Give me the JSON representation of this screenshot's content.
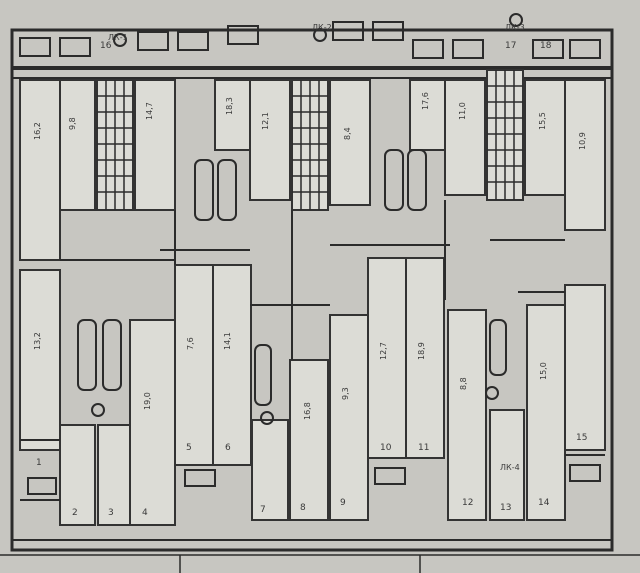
{
  "plan": {
    "title": "",
    "colors": {
      "paper": "#c7c6c1",
      "room": "#dcdcd6",
      "ink": "#2b2b2b"
    }
  },
  "stair_labels": [
    "ЛК-1",
    "ЛК-2",
    "ЛК-3",
    "ЛК-4"
  ],
  "room_area_labels": [
    "16,2",
    "9,8",
    "14,7",
    "18,3",
    "12,1",
    "8,4",
    "17,6",
    "11,0",
    "15,5",
    "10,9",
    "13,2",
    "19,0",
    "7,6",
    "14,1",
    "16,8",
    "9,3",
    "12,7",
    "18,9",
    "8,8",
    "15,0"
  ],
  "room_number_labels": [
    "1",
    "2",
    "3",
    "4",
    "5",
    "6",
    "7",
    "8",
    "9",
    "10",
    "11",
    "12",
    "13",
    "14",
    "15",
    "16",
    "17",
    "18"
  ]
}
